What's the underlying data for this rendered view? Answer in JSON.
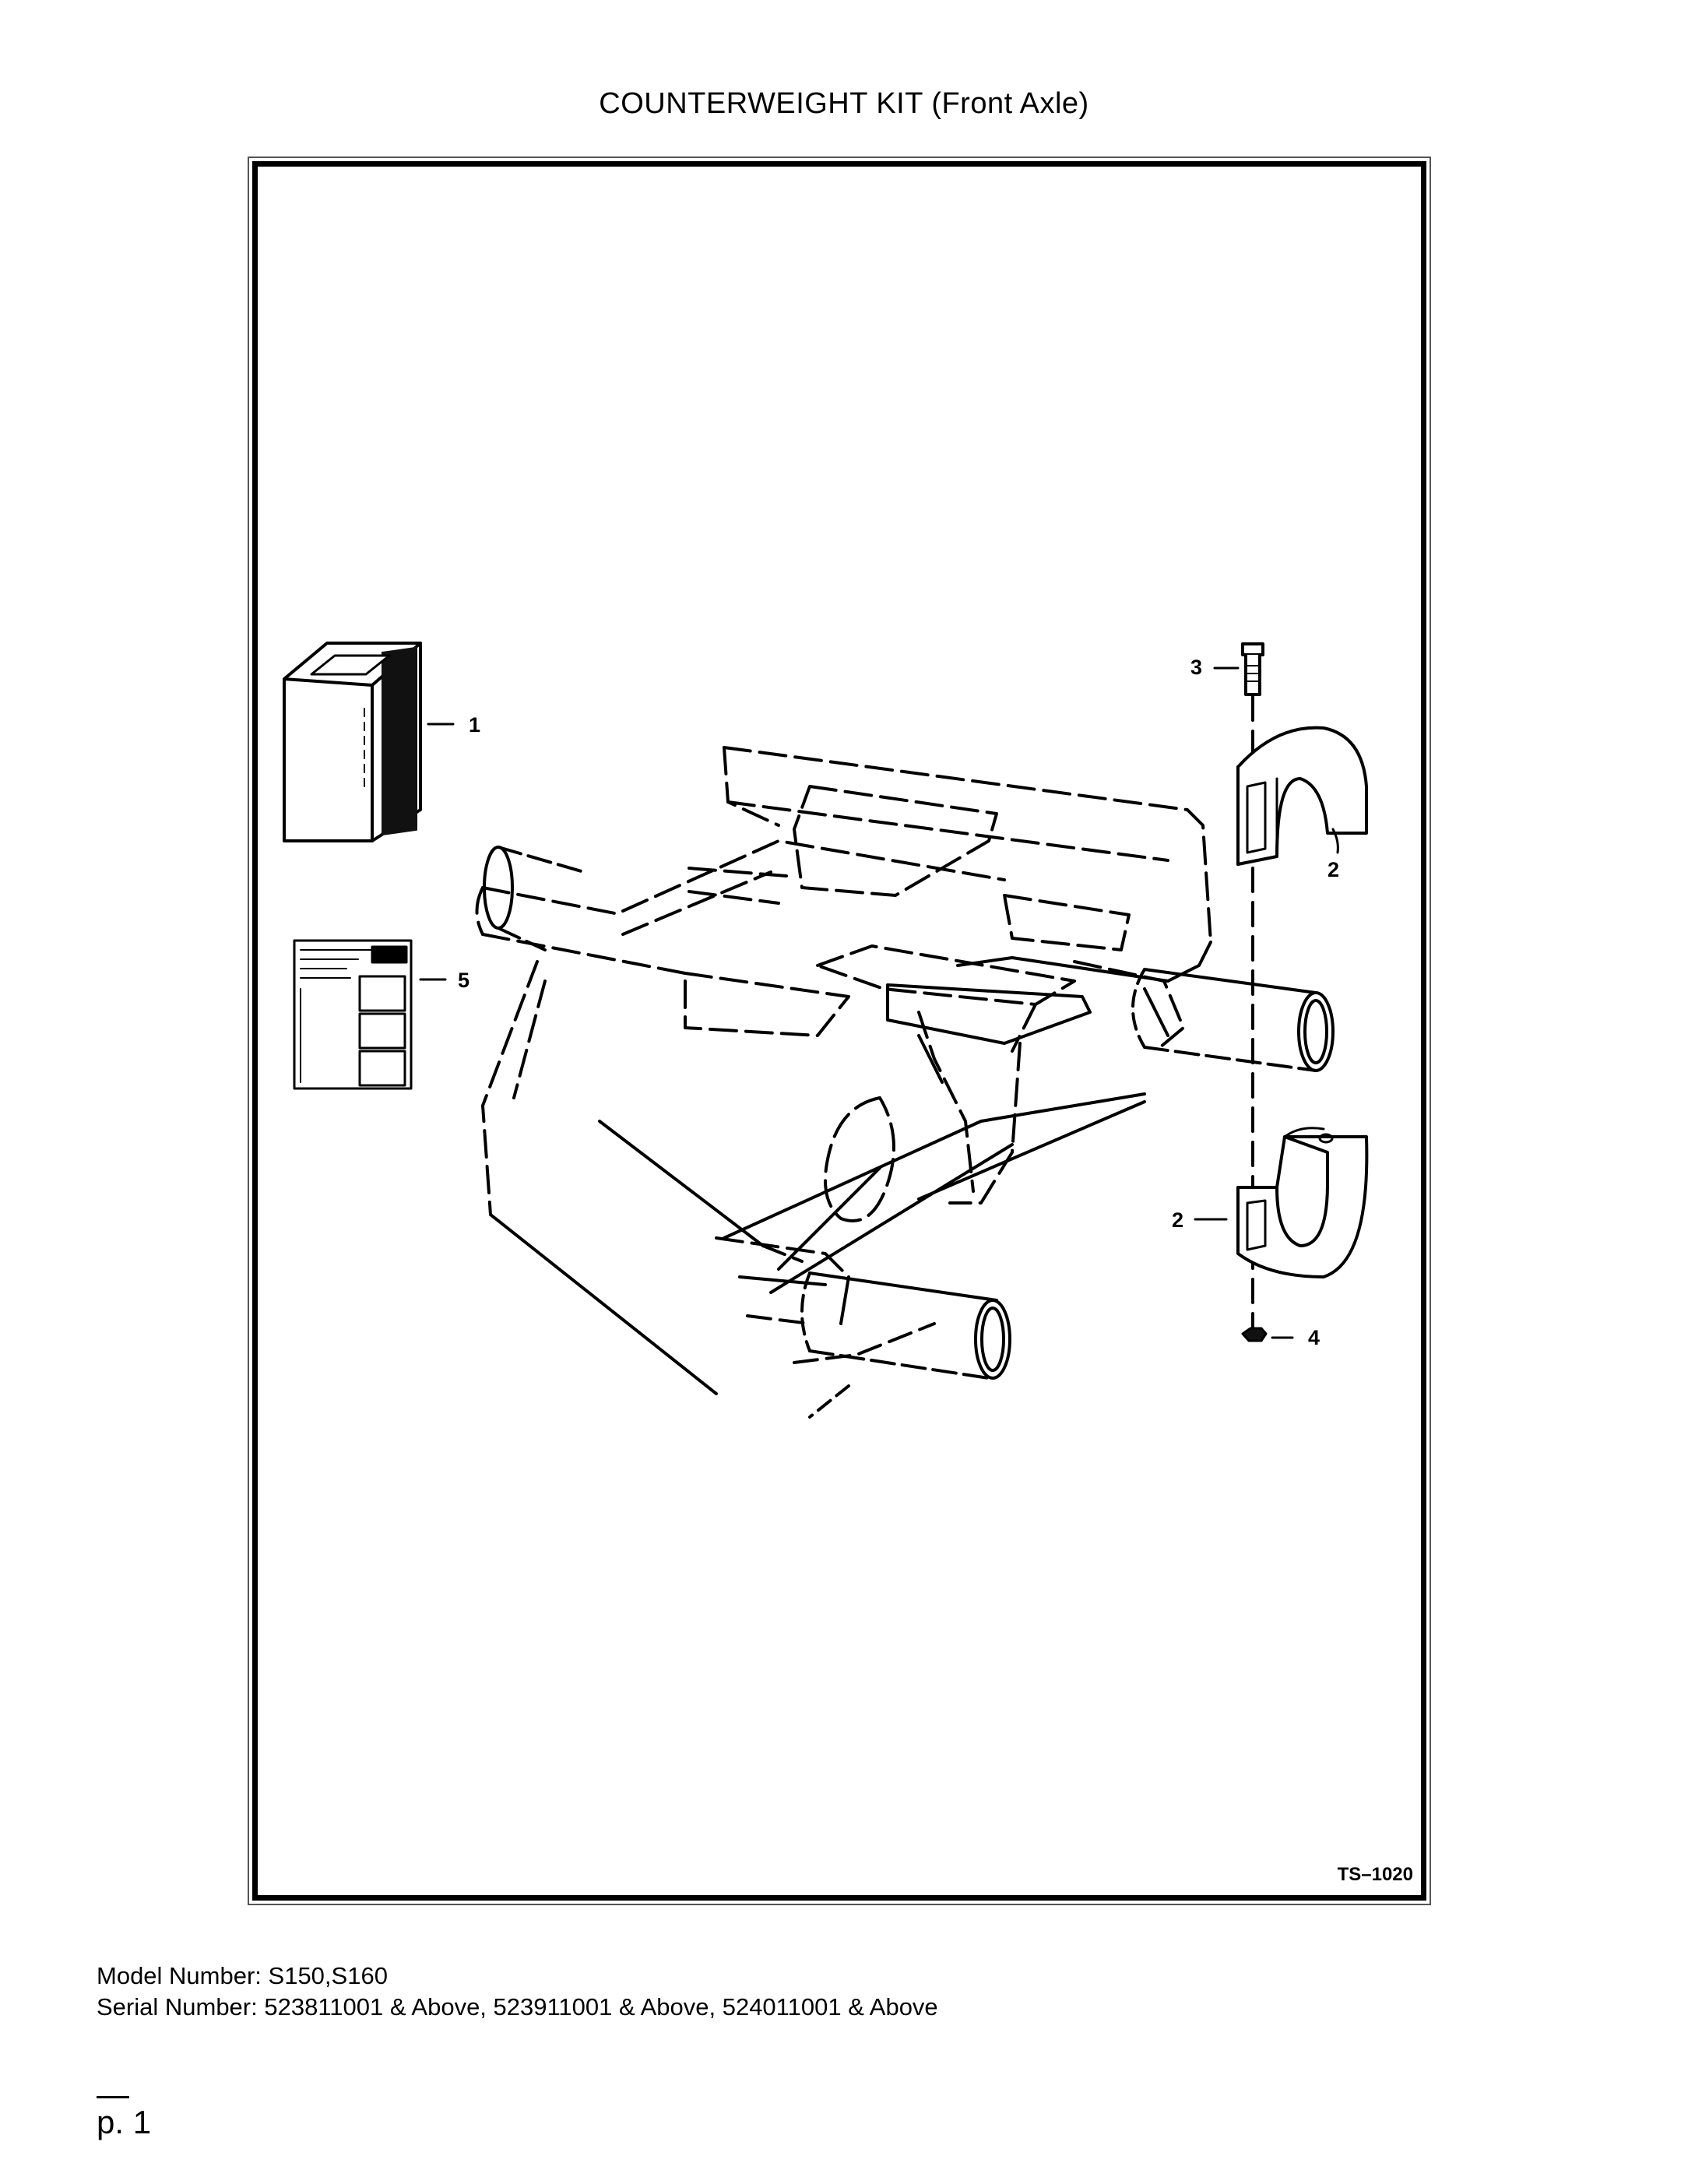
{
  "document": {
    "title": "COUNTERWEIGHT KIT (Front Axle)",
    "drawing_ref": "TS–1020",
    "callouts": [
      "1",
      "2",
      "2",
      "3",
      "4",
      "5"
    ],
    "footer": {
      "model": "Model Number: S150,S160",
      "serial": "Serial Number: 523811001 & Above, 523911001 & Above, 524011001 & Above"
    },
    "page_number": "p. 1"
  }
}
